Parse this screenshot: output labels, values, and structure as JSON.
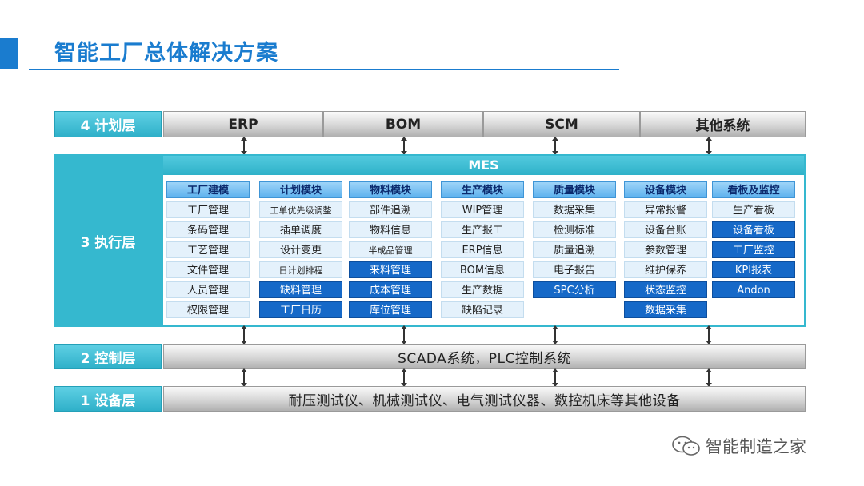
{
  "title": "智能工厂总体解决方案",
  "layers": {
    "plan": {
      "label": "4 计划层",
      "systems": [
        "ERP",
        "BOM",
        "SCM",
        "其他系统"
      ]
    },
    "execution": {
      "label": "3 执行层",
      "header": "MES"
    },
    "control": {
      "label": "2 控制层",
      "text": "SCADA系统，PLC控制系统"
    },
    "equipment": {
      "label": "1 设备层",
      "text": "耐压测试仪、机械测试仪、电气测试仪器、数控机床等其他设备"
    }
  },
  "modules": [
    {
      "header": "工厂建模",
      "items": [
        {
          "label": "工厂管理",
          "style": "light"
        },
        {
          "label": "条码管理",
          "style": "light"
        },
        {
          "label": "工艺管理",
          "style": "light"
        },
        {
          "label": "文件管理",
          "style": "light"
        },
        {
          "label": "人员管理",
          "style": "light"
        },
        {
          "label": "权限管理",
          "style": "light"
        }
      ]
    },
    {
      "header": "计划模块",
      "items": [
        {
          "label": "工单优先级调整",
          "style": "light",
          "small": true
        },
        {
          "label": "插单调度",
          "style": "light"
        },
        {
          "label": "设计变更",
          "style": "light"
        },
        {
          "label": "日计划排程",
          "style": "light",
          "small": true
        },
        {
          "label": "缺料管理",
          "style": "dark"
        },
        {
          "label": "工厂日历",
          "style": "dark"
        }
      ]
    },
    {
      "header": "物料模块",
      "items": [
        {
          "label": "部件追溯",
          "style": "light"
        },
        {
          "label": "物料信息",
          "style": "light"
        },
        {
          "label": "半成品管理",
          "style": "light",
          "small": true
        },
        {
          "label": "来料管理",
          "style": "dark"
        },
        {
          "label": "成本管理",
          "style": "dark"
        },
        {
          "label": "库位管理",
          "style": "dark"
        }
      ]
    },
    {
      "header": "生产模块",
      "items": [
        {
          "label": "WIP管理",
          "style": "light"
        },
        {
          "label": "生产报工",
          "style": "light"
        },
        {
          "label": "ERP信息",
          "style": "light"
        },
        {
          "label": "BOM信息",
          "style": "light"
        },
        {
          "label": "生产数据",
          "style": "light"
        },
        {
          "label": "缺陷记录",
          "style": "light"
        }
      ]
    },
    {
      "header": "质量模块",
      "items": [
        {
          "label": "数据采集",
          "style": "light"
        },
        {
          "label": "检测标准",
          "style": "light"
        },
        {
          "label": "质量追溯",
          "style": "light"
        },
        {
          "label": "电子报告",
          "style": "light"
        },
        {
          "label": "SPC分析",
          "style": "dark"
        }
      ]
    },
    {
      "header": "设备模块",
      "items": [
        {
          "label": "异常报警",
          "style": "light"
        },
        {
          "label": "设备台账",
          "style": "light"
        },
        {
          "label": "参数管理",
          "style": "light"
        },
        {
          "label": "维护保养",
          "style": "light"
        },
        {
          "label": "状态监控",
          "style": "dark"
        },
        {
          "label": "数据采集",
          "style": "dark"
        }
      ]
    },
    {
      "header": "看板及监控",
      "items": [
        {
          "label": "生产看板",
          "style": "light"
        },
        {
          "label": "设备看板",
          "style": "dark"
        },
        {
          "label": "工厂监控",
          "style": "dark"
        },
        {
          "label": "KPI报表",
          "style": "dark"
        },
        {
          "label": "Andon",
          "style": "dark"
        }
      ]
    }
  ],
  "watermark": {
    "text": "智能制造之家",
    "icon": "wechat-icon"
  },
  "colors": {
    "title": "#1a7ccf",
    "layer_label": "#35b8cf",
    "module_dark": "#1669c8",
    "module_light": "#e4f1fb"
  }
}
